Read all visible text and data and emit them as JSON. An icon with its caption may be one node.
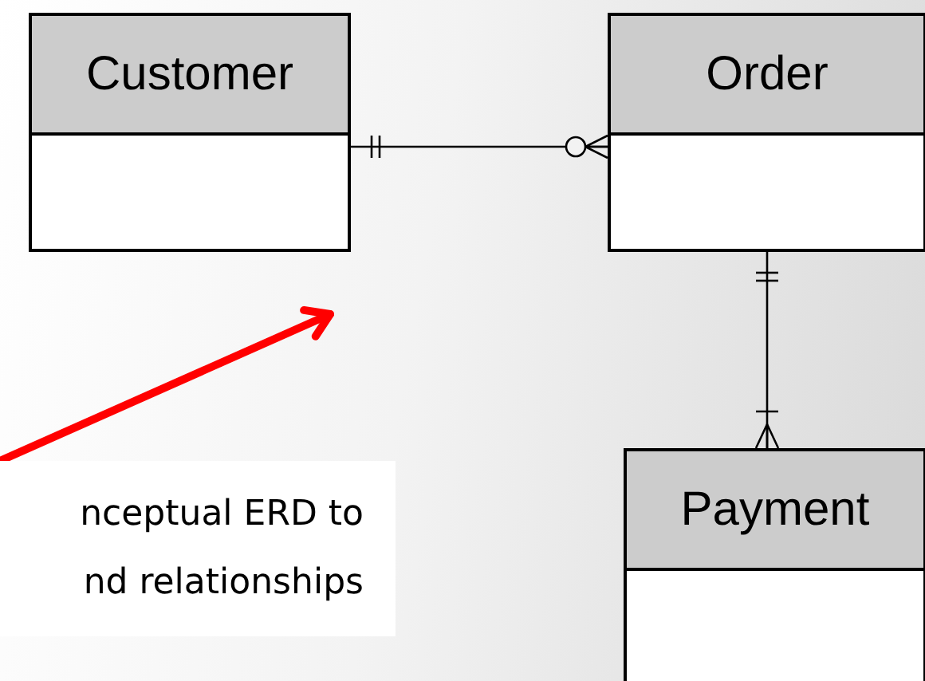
{
  "diagram": {
    "nodes": [
      {
        "text": [
          "Customer"
        ]
      },
      {
        "text": [
          "Order"
        ]
      },
      {
        "text": [
          "Payment"
        ]
      },
      {
        "text": [
          "nceptual ERD to nd relationships"
        ]
      }
    ],
    "edges": [
      {
        "from": 0,
        "to": 1,
        "arrow": "other"
      },
      {
        "from": 1,
        "to": 2,
        "arrow": "other"
      },
      {
        "from": 3,
        "to": null,
        "arrow": "to",
        "style": "thick",
        "color": "#ff0000"
      }
    ]
  }
}
